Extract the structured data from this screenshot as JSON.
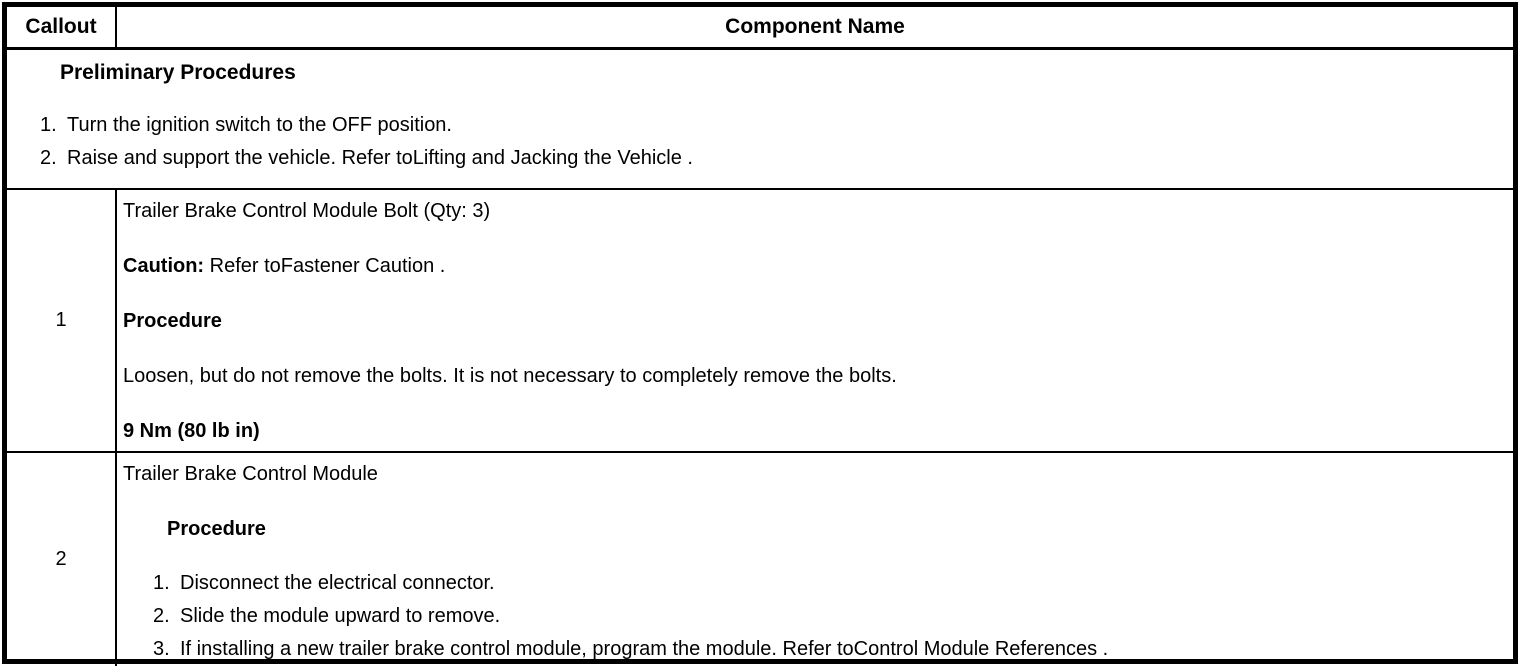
{
  "header": {
    "callout": "Callout",
    "component_name": "Component Name"
  },
  "preliminary": {
    "title": "Preliminary Procedures",
    "steps": [
      {
        "num": "1.",
        "text": "Turn the ignition switch to the OFF position."
      },
      {
        "num": "2.",
        "text": "Raise and support the vehicle. Refer toLifting and Jacking the Vehicle ."
      }
    ]
  },
  "row1": {
    "callout": "1",
    "component": "Trailer Brake Control Module Bolt (Qty: 3)",
    "caution_label": "Caution:",
    "caution_text": " Refer toFastener Caution .",
    "procedure_label": "Procedure",
    "procedure_text": "Loosen, but do not remove the bolts. It is not necessary to completely remove the bolts.",
    "torque_spec": "9 Nm (80 lb in)"
  },
  "row2": {
    "callout": "2",
    "component": "Trailer Brake Control Module",
    "procedure_label": "Procedure",
    "steps": [
      {
        "num": "1.",
        "text": "Disconnect the electrical connector."
      },
      {
        "num": "2.",
        "text": "Slide the module upward to remove."
      },
      {
        "num": "3.",
        "text": "If installing a new trailer brake control module, program the module. Refer toControl Module References ."
      }
    ]
  }
}
